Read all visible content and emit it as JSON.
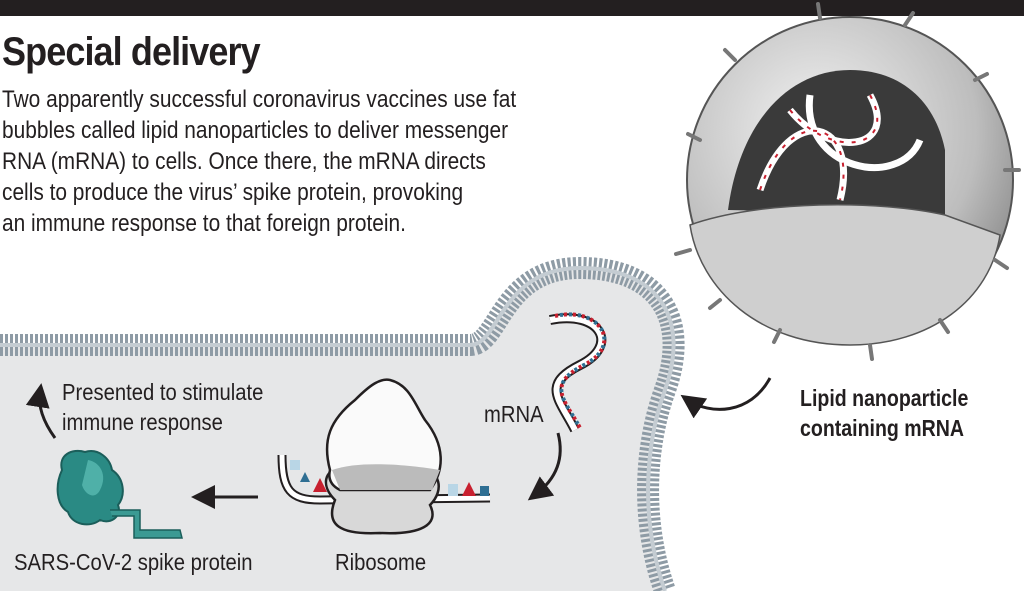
{
  "header": {
    "title": "Special delivery",
    "intro_lines": [
      "Two apparently successful coronavirus vaccines use fat",
      "bubbles called lipid nanoparticles to deliver messenger",
      "RNA (mRNA) to cells. Once there, the mRNA directs",
      "cells to produce the virus’ spike protein, provoking",
      "an immune response to that foreign protein."
    ]
  },
  "labels": {
    "presented_line1": "Presented to stimulate",
    "presented_line2": "immune response",
    "spike_protein": "SARS-CoV-2 spike protein",
    "ribosome": "Ribosome",
    "mrna": "mRNA",
    "nanoparticle_line1": "Lipid nanoparticle",
    "nanoparticle_line2": "containing mRNA"
  },
  "colors": {
    "cell_fill": "#e6e7e8",
    "membrane": "#8e9ba5",
    "spike": "#2a8a84",
    "rna_red": "#c8202f",
    "rna_blue": "#2f6f93",
    "rna_light": "#b9d6e6"
  }
}
